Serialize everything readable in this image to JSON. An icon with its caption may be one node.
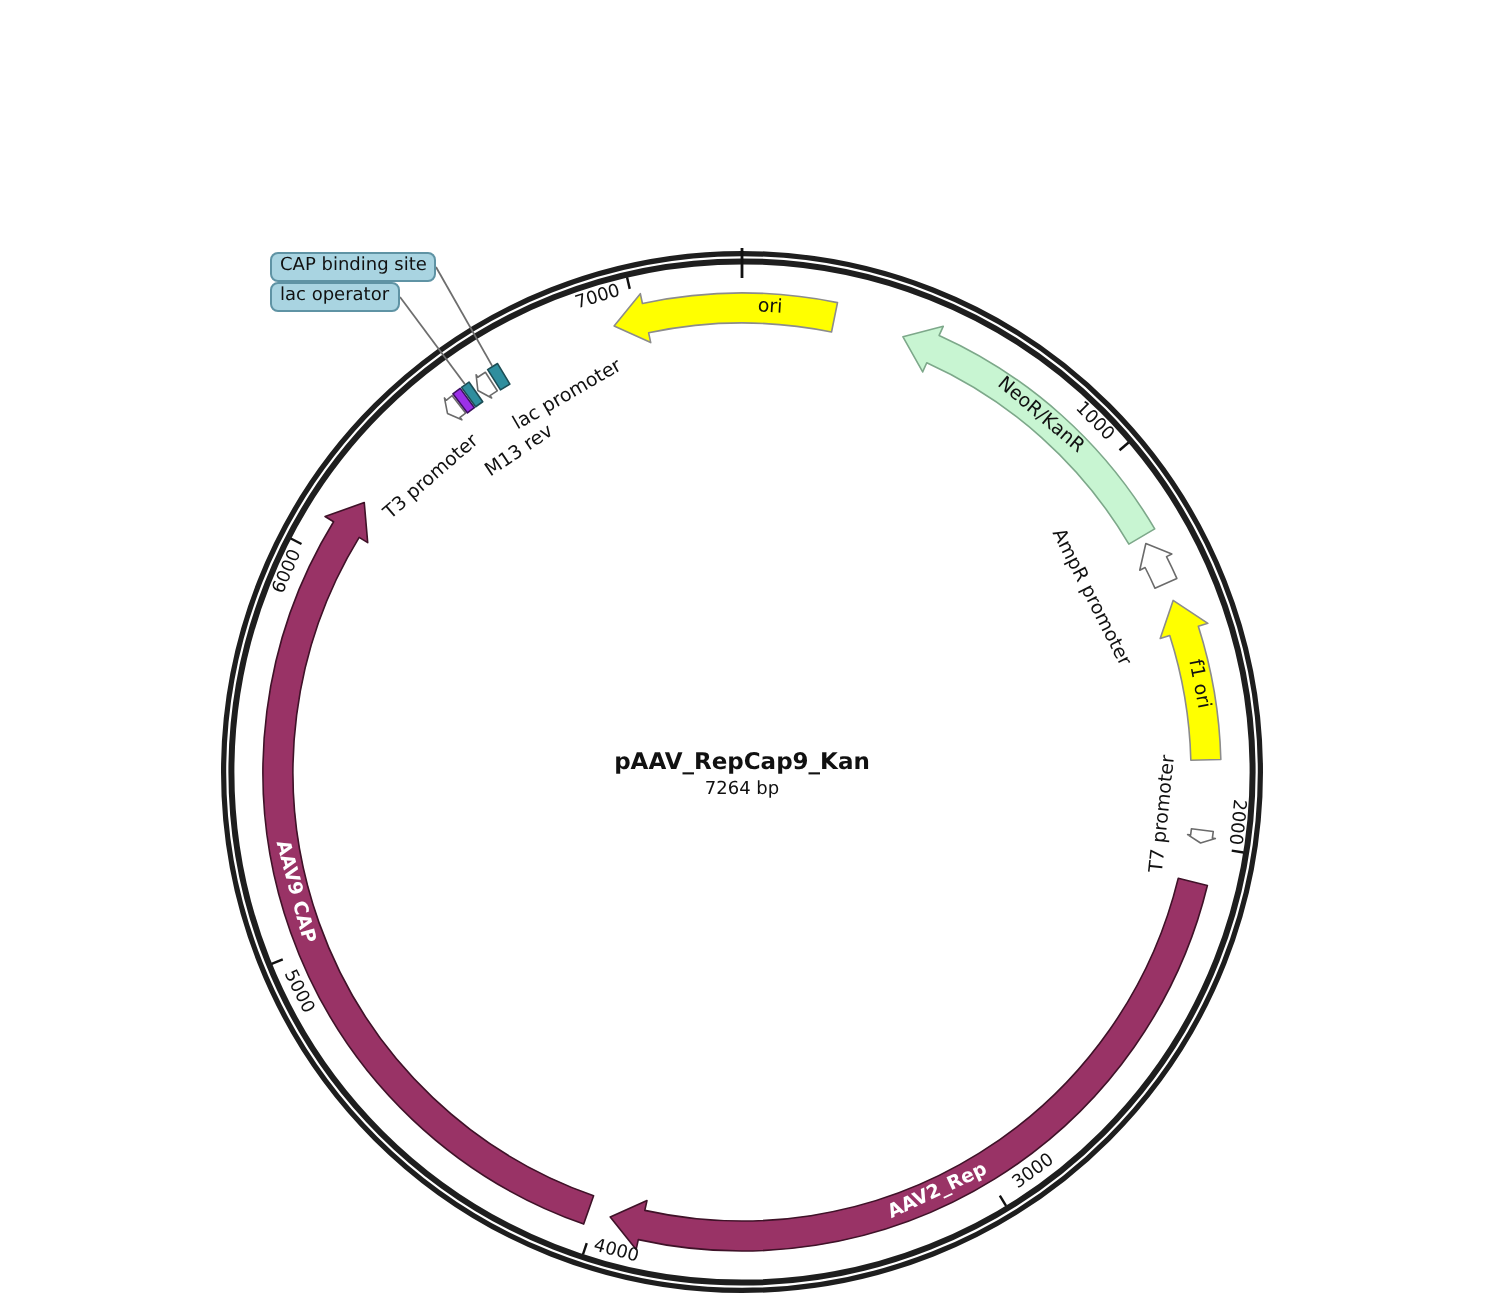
{
  "diagram": {
    "title": "pAAV_RepCap9_Kan",
    "nodes": [
      {
        "text": [
          "CAP binding site"
        ]
      },
      {
        "text": [
          "lac operator"
        ]
      },
      {
        "text": [
          "ori"
        ]
      },
      {
        "text": [
          "NeoR/KanR"
        ]
      },
      {
        "text": [
          "AmpR promoter"
        ]
      },
      {
        "text": [
          "f1 ori"
        ]
      },
      {
        "text": [
          "T7 promoter"
        ]
      },
      {
        "text": [
          "AAV2_Rep"
        ]
      },
      {
        "text": [
          "AAV9 CAP"
        ]
      },
      {
        "text": [
          "T3 promoter"
        ]
      },
      {
        "text": [
          "M13 rev"
        ]
      },
      {
        "text": [],
        "shape": "box"
      },
      {
        "text": [
          "lac promoter"
        ]
      },
      {
        "text": [],
        "shape": "box"
      }
    ],
    "edges": [
      {
        "from": 0,
        "to": 13,
        "arrow": "none"
      },
      {
        "from": 1,
        "to": 11,
        "arrow": "none"
      }
    ],
    "labels": [
      "7000",
      "1000",
      "6000",
      "7264 bp",
      "2000",
      "5000",
      "3000",
      "4000"
    ]
  }
}
